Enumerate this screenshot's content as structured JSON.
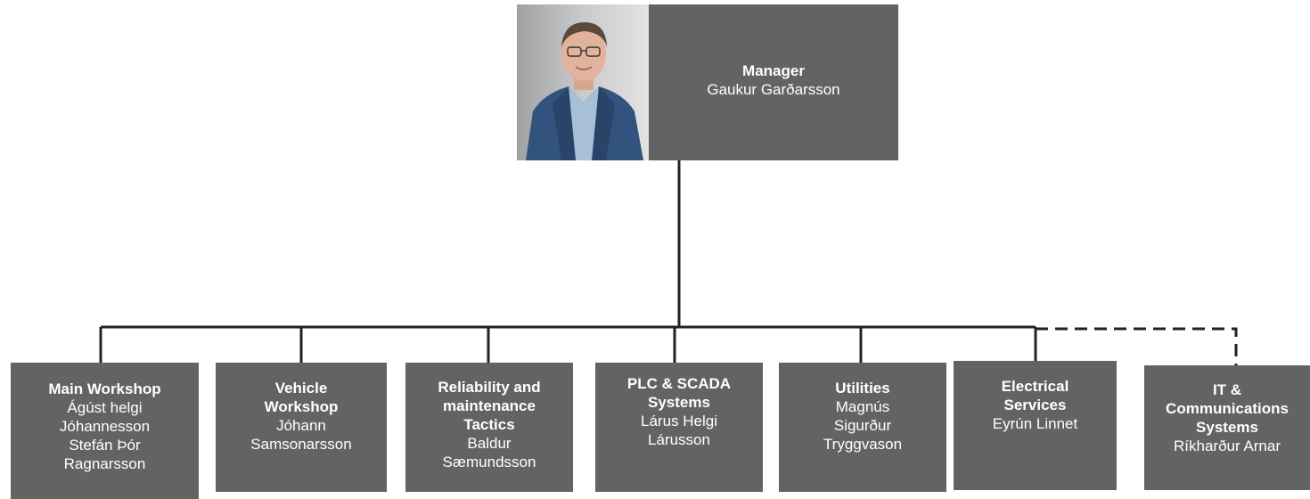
{
  "manager": {
    "title": "Manager",
    "name": "Gaukur Garðarsson"
  },
  "departments": [
    {
      "title": "Main Workshop",
      "people": "Ágúst helgi\nJóhannesson\nStefán Þór\nRagnarsson",
      "link": "solid"
    },
    {
      "title": "Vehicle\nWorkshop",
      "people": "Jóhann\nSamsonarsson",
      "link": "solid"
    },
    {
      "title": "Reliability and\nmaintenance\nTactics",
      "people": "Baldur\nSæmundsson",
      "link": "solid"
    },
    {
      "title": "PLC & SCADA\nSystems",
      "people": "Lárus Helgi\nLárusson",
      "link": "solid"
    },
    {
      "title": "Utilities",
      "people": "Magnús\nSigurður\nTryggvason",
      "link": "solid"
    },
    {
      "title": "Electrical\nServices",
      "people": "Eyrún Linnet",
      "link": "solid"
    },
    {
      "title": "IT &\nCommunications\nSystems",
      "people": "Ríkharður Arnar",
      "link": "dashed"
    }
  ],
  "colors": {
    "box": "#636363",
    "text": "#ffffff",
    "line": "#222222"
  }
}
